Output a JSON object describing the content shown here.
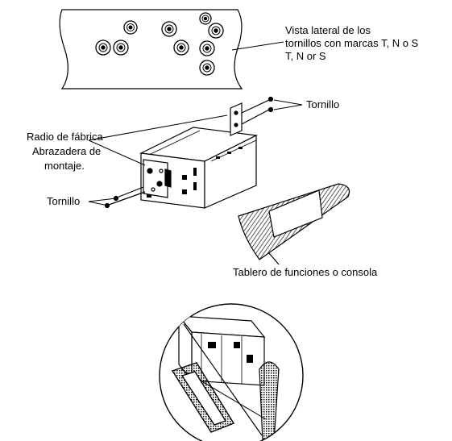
{
  "labels": {
    "side_view_line1": "Vista lateral de los",
    "side_view_line2": "tornillos con marcas T, N o S",
    "side_view_line3": "T, N or S",
    "screw_right": "Tornillo",
    "factory_radio_line1": "Radio de fábrica",
    "factory_radio_line2": "Abrazadera de",
    "factory_radio_line3": "montaje.",
    "screw_left": "Tornillo",
    "dashboard": "Tablero de funciones o consola"
  },
  "colors": {
    "line": "#000000",
    "background": "#ffffff",
    "hatch": "#333333"
  }
}
